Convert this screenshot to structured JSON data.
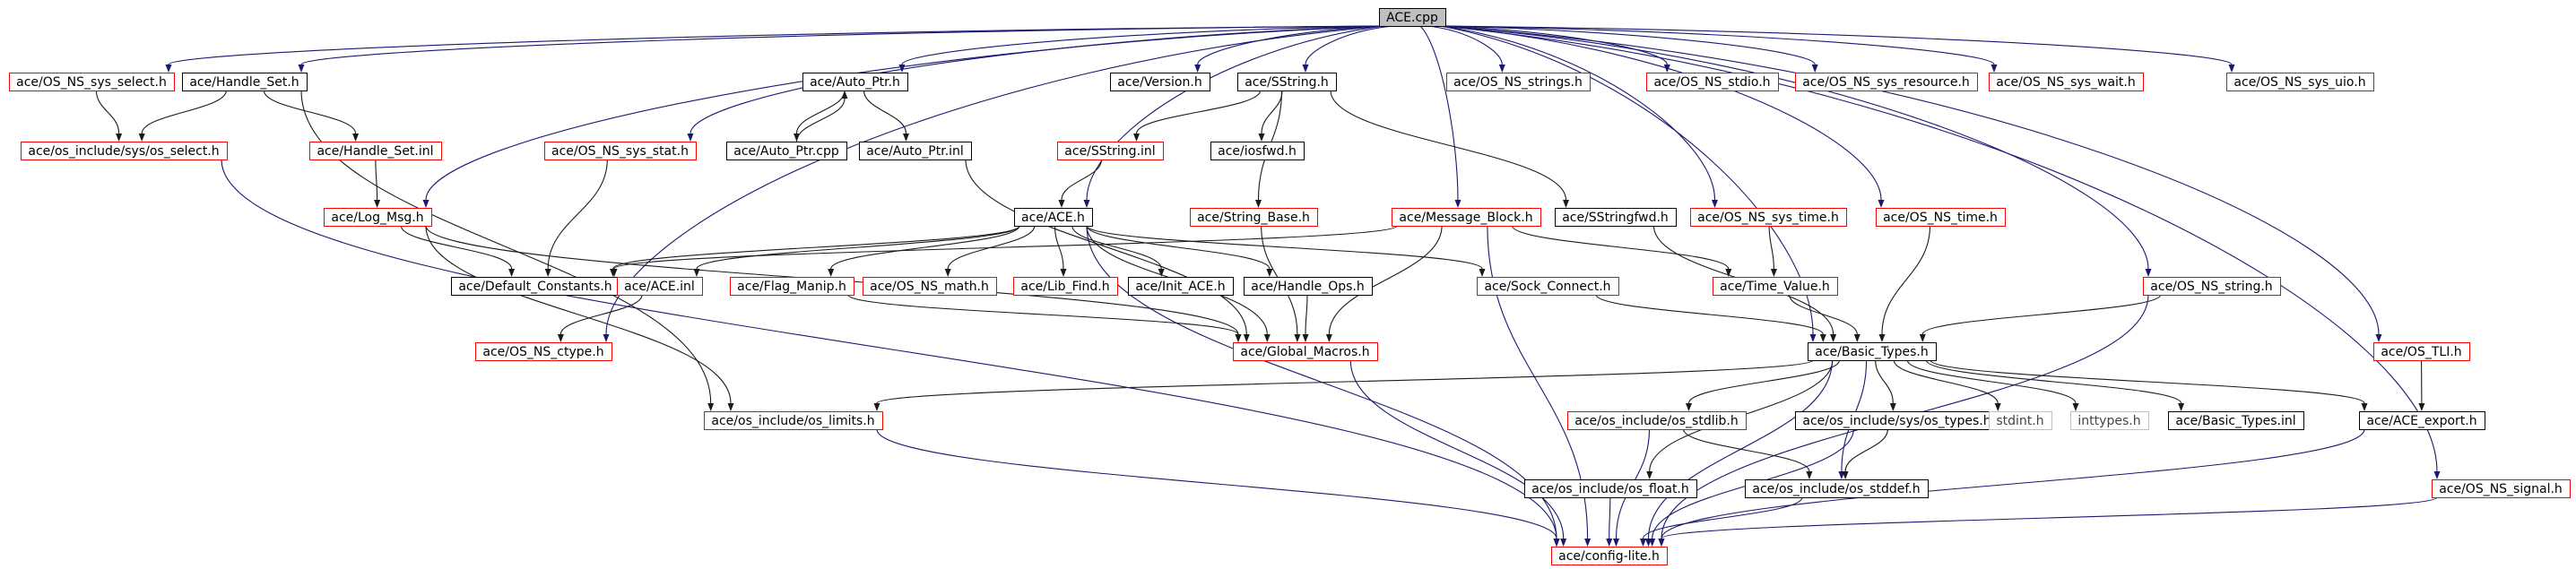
{
  "colors": {
    "edge": "#191970",
    "edge_dark": "#1a1a1a",
    "root_fill": "#bfbfbf",
    "border_normal": "#000000",
    "border_truncated": "#ff0000",
    "border_missing": "#c0c0c0"
  },
  "nodes": [
    {
      "id": "ace_cpp",
      "label": "ACE.cpp",
      "kind": "root"
    },
    {
      "id": "os_ns_sys_select_h",
      "label": "ace/OS_NS_sys_select.h",
      "kind": "truncated"
    },
    {
      "id": "handle_set_h",
      "label": "ace/Handle_Set.h",
      "kind": "normal"
    },
    {
      "id": "auto_ptr_h",
      "label": "ace/Auto_Ptr.h",
      "kind": "normal"
    },
    {
      "id": "version_h",
      "label": "ace/Version.h",
      "kind": "normal"
    },
    {
      "id": "sstring_h",
      "label": "ace/SString.h",
      "kind": "normal"
    },
    {
      "id": "os_ns_strings_h",
      "label": "ace/OS_NS_strings.h",
      "kind": "truncated"
    },
    {
      "id": "os_ns_stdio_h",
      "label": "ace/OS_NS_stdio.h",
      "kind": "truncated"
    },
    {
      "id": "os_ns_sys_resource_h",
      "label": "ace/OS_NS_sys_resource.h",
      "kind": "truncated"
    },
    {
      "id": "os_ns_sys_wait_h",
      "label": "ace/OS_NS_sys_wait.h",
      "kind": "truncated"
    },
    {
      "id": "os_ns_sys_uio_h",
      "label": "ace/OS_NS_sys_uio.h",
      "kind": "truncated"
    },
    {
      "id": "os_include_sys_os_select_h",
      "label": "ace/os_include/sys/os_select.h",
      "kind": "truncated"
    },
    {
      "id": "handle_set_inl",
      "label": "ace/Handle_Set.inl",
      "kind": "truncated"
    },
    {
      "id": "os_ns_sys_stat_h",
      "label": "ace/OS_NS_sys_stat.h",
      "kind": "truncated"
    },
    {
      "id": "auto_ptr_cpp",
      "label": "ace/Auto_Ptr.cpp",
      "kind": "normal"
    },
    {
      "id": "auto_ptr_inl",
      "label": "ace/Auto_Ptr.inl",
      "kind": "normal"
    },
    {
      "id": "sstring_inl",
      "label": "ace/SString.inl",
      "kind": "truncated"
    },
    {
      "id": "iosfwd_h",
      "label": "ace/iosfwd.h",
      "kind": "normal"
    },
    {
      "id": "log_msg_h",
      "label": "ace/Log_Msg.h",
      "kind": "truncated"
    },
    {
      "id": "ace_h",
      "label": "ace/ACE.h",
      "kind": "normal"
    },
    {
      "id": "string_base_h",
      "label": "ace/String_Base.h",
      "kind": "truncated"
    },
    {
      "id": "message_block_h",
      "label": "ace/Message_Block.h",
      "kind": "truncated"
    },
    {
      "id": "sstringfwd_h",
      "label": "ace/SStringfwd.h",
      "kind": "normal"
    },
    {
      "id": "os_ns_sys_time_h",
      "label": "ace/OS_NS_sys_time.h",
      "kind": "truncated"
    },
    {
      "id": "os_ns_time_h",
      "label": "ace/OS_NS_time.h",
      "kind": "truncated"
    },
    {
      "id": "default_constants_h",
      "label": "ace/Default_Constants.h",
      "kind": "normal"
    },
    {
      "id": "ace_inl",
      "label": "ace/ACE.inl",
      "kind": "truncated"
    },
    {
      "id": "flag_manip_h",
      "label": "ace/Flag_Manip.h",
      "kind": "truncated"
    },
    {
      "id": "os_ns_math_h",
      "label": "ace/OS_NS_math.h",
      "kind": "truncated"
    },
    {
      "id": "lib_find_h",
      "label": "ace/Lib_Find.h",
      "kind": "truncated"
    },
    {
      "id": "init_ace_h",
      "label": "ace/Init_ACE.h",
      "kind": "normal"
    },
    {
      "id": "handle_ops_h",
      "label": "ace/Handle_Ops.h",
      "kind": "normal"
    },
    {
      "id": "sock_connect_h",
      "label": "ace/Sock_Connect.h",
      "kind": "truncated"
    },
    {
      "id": "time_value_h",
      "label": "ace/Time_Value.h",
      "kind": "truncated"
    },
    {
      "id": "os_ns_string_h",
      "label": "ace/OS_NS_string.h",
      "kind": "truncated"
    },
    {
      "id": "os_ns_ctype_h",
      "label": "ace/OS_NS_ctype.h",
      "kind": "truncated"
    },
    {
      "id": "global_macros_h",
      "label": "ace/Global_Macros.h",
      "kind": "truncated"
    },
    {
      "id": "basic_types_h",
      "label": "ace/Basic_Types.h",
      "kind": "normal"
    },
    {
      "id": "os_tli_h",
      "label": "ace/OS_TLI.h",
      "kind": "truncated"
    },
    {
      "id": "os_include_os_limits_h",
      "label": "ace/os_include/os_limits.h",
      "kind": "truncated"
    },
    {
      "id": "os_include_os_stdlib_h",
      "label": "ace/os_include/os_stdlib.h",
      "kind": "truncated"
    },
    {
      "id": "os_include_sys_os_types_h",
      "label": "ace/os_include/sys/os_types.h",
      "kind": "normal"
    },
    {
      "id": "stdint_h",
      "label": "stdint.h",
      "kind": "missing"
    },
    {
      "id": "inttypes_h",
      "label": "inttypes.h",
      "kind": "missing"
    },
    {
      "id": "basic_types_inl",
      "label": "ace/Basic_Types.inl",
      "kind": "normal"
    },
    {
      "id": "ace_export_h",
      "label": "ace/ACE_export.h",
      "kind": "normal"
    },
    {
      "id": "os_ns_signal_h",
      "label": "ace/OS_NS_signal.h",
      "kind": "truncated"
    },
    {
      "id": "os_include_os_float_h",
      "label": "ace/os_include/os_float.h",
      "kind": "normal"
    },
    {
      "id": "os_include_os_stddef_h",
      "label": "ace/os_include/os_stddef.h",
      "kind": "normal"
    },
    {
      "id": "config_lite_h",
      "label": "ace/config-lite.h",
      "kind": "truncated"
    }
  ],
  "edges": [
    [
      "ace_cpp",
      "os_ns_sys_select_h"
    ],
    [
      "ace_cpp",
      "handle_set_h"
    ],
    [
      "ace_cpp",
      "auto_ptr_h"
    ],
    [
      "ace_cpp",
      "version_h"
    ],
    [
      "ace_cpp",
      "sstring_h"
    ],
    [
      "ace_cpp",
      "os_ns_strings_h"
    ],
    [
      "ace_cpp",
      "os_ns_stdio_h"
    ],
    [
      "ace_cpp",
      "os_ns_sys_resource_h"
    ],
    [
      "ace_cpp",
      "os_ns_sys_wait_h"
    ],
    [
      "ace_cpp",
      "os_ns_sys_uio_h"
    ],
    [
      "ace_cpp",
      "os_ns_sys_stat_h"
    ],
    [
      "ace_cpp",
      "log_msg_h"
    ],
    [
      "ace_cpp",
      "ace_h"
    ],
    [
      "ace_cpp",
      "message_block_h"
    ],
    [
      "ace_cpp",
      "os_ns_sys_time_h"
    ],
    [
      "ace_cpp",
      "os_ns_time_h"
    ],
    [
      "ace_cpp",
      "os_ns_string_h"
    ],
    [
      "ace_cpp",
      "os_tli_h"
    ],
    [
      "ace_cpp",
      "os_ns_signal_h"
    ],
    [
      "ace_cpp",
      "basic_types_h"
    ],
    [
      "ace_cpp",
      "os_ns_ctype_h"
    ],
    [
      "os_ns_sys_select_h",
      "os_include_sys_os_select_h"
    ],
    [
      "handle_set_h",
      "os_include_sys_os_select_h"
    ],
    [
      "handle_set_h",
      "handle_set_inl"
    ],
    [
      "handle_set_h",
      "os_include_os_limits_h"
    ],
    [
      "auto_ptr_h",
      "auto_ptr_cpp"
    ],
    [
      "auto_ptr_h",
      "auto_ptr_inl"
    ],
    [
      "auto_ptr_cpp",
      "auto_ptr_h"
    ],
    [
      "sstring_h",
      "sstring_inl"
    ],
    [
      "sstring_h",
      "iosfwd_h"
    ],
    [
      "sstring_h",
      "string_base_h"
    ],
    [
      "sstring_h",
      "sstringfwd_h"
    ],
    [
      "handle_set_inl",
      "log_msg_h"
    ],
    [
      "os_ns_sys_stat_h",
      "default_constants_h"
    ],
    [
      "auto_ptr_inl",
      "global_macros_h"
    ],
    [
      "sstring_inl",
      "ace_h"
    ],
    [
      "log_msg_h",
      "default_constants_h"
    ],
    [
      "log_msg_h",
      "global_macros_h"
    ],
    [
      "log_msg_h",
      "os_include_os_limits_h"
    ],
    [
      "ace_h",
      "default_constants_h"
    ],
    [
      "ace_h",
      "ace_inl"
    ],
    [
      "ace_h",
      "flag_manip_h"
    ],
    [
      "ace_h",
      "os_ns_math_h"
    ],
    [
      "ace_h",
      "lib_find_h"
    ],
    [
      "ace_h",
      "init_ace_h"
    ],
    [
      "ace_h",
      "handle_ops_h"
    ],
    [
      "ace_h",
      "sock_connect_h"
    ],
    [
      "ace_h",
      "global_macros_h"
    ],
    [
      "ace_h",
      "config_lite_h"
    ],
    [
      "string_base_h",
      "global_macros_h"
    ],
    [
      "message_block_h",
      "default_constants_h"
    ],
    [
      "message_block_h",
      "time_value_h"
    ],
    [
      "message_block_h",
      "global_macros_h"
    ],
    [
      "message_block_h",
      "config_lite_h"
    ],
    [
      "sstringfwd_h",
      "basic_types_h"
    ],
    [
      "os_ns_sys_time_h",
      "time_value_h"
    ],
    [
      "os_ns_time_h",
      "basic_types_h"
    ],
    [
      "ace_inl",
      "os_ns_ctype_h"
    ],
    [
      "flag_manip_h",
      "global_macros_h"
    ],
    [
      "handle_ops_h",
      "global_macros_h"
    ],
    [
      "sock_connect_h",
      "basic_types_h"
    ],
    [
      "time_value_h",
      "basic_types_h"
    ],
    [
      "os_ns_string_h",
      "basic_types_h"
    ],
    [
      "os_ns_string_h",
      "config_lite_h"
    ],
    [
      "global_macros_h",
      "config_lite_h"
    ],
    [
      "basic_types_h",
      "os_include_os_limits_h"
    ],
    [
      "basic_types_h",
      "os_include_os_stdlib_h"
    ],
    [
      "basic_types_h",
      "os_include_sys_os_types_h"
    ],
    [
      "basic_types_h",
      "stdint_h"
    ],
    [
      "basic_types_h",
      "inttypes_h"
    ],
    [
      "basic_types_h",
      "basic_types_inl"
    ],
    [
      "basic_types_h",
      "ace_export_h"
    ],
    [
      "basic_types_h",
      "os_include_os_float_h"
    ],
    [
      "basic_types_h",
      "os_include_os_stddef_h"
    ],
    [
      "basic_types_h",
      "config_lite_h"
    ],
    [
      "os_tli_h",
      "ace_export_h"
    ],
    [
      "os_include_sys_os_select_h",
      "config_lite_h"
    ],
    [
      "os_include_os_limits_h",
      "config_lite_h"
    ],
    [
      "os_include_os_stdlib_h",
      "os_include_os_stddef_h"
    ],
    [
      "os_include_os_stdlib_h",
      "config_lite_h"
    ],
    [
      "os_include_sys_os_types_h",
      "os_include_os_stddef_h"
    ],
    [
      "os_include_sys_os_types_h",
      "config_lite_h"
    ],
    [
      "ace_export_h",
      "config_lite_h"
    ],
    [
      "os_ns_signal_h",
      "config_lite_h"
    ],
    [
      "os_include_os_float_h",
      "config_lite_h"
    ],
    [
      "os_include_os_stddef_h",
      "config_lite_h"
    ]
  ]
}
